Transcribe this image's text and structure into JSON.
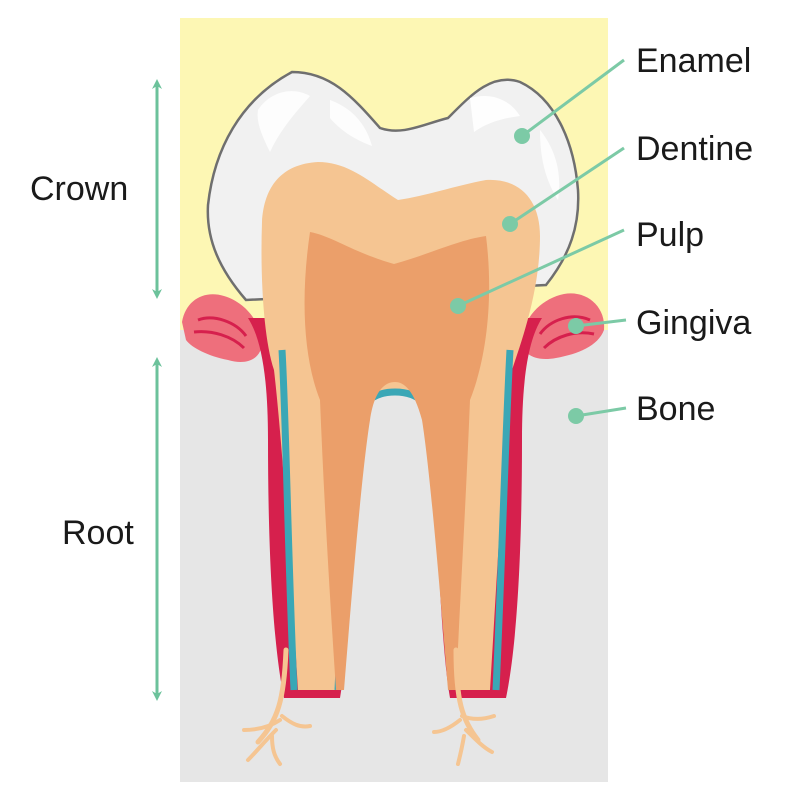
{
  "labels": {
    "enamel": "Enamel",
    "dentine": "Dentine",
    "pulp": "Pulp",
    "gingiva": "Gingiva",
    "bone": "Bone",
    "crown": "Crown",
    "root": "Root"
  },
  "colors": {
    "crown_background": "#fdf7b4",
    "bone_background": "#e6e6e6",
    "enamel": "#f1f1f1",
    "dentine": "#f5c592",
    "pulp": "#eb9f6a",
    "gum_dark": "#d6204d",
    "gum_light": "#ee6f7c",
    "cementum": "#3aa7b6",
    "callout": "#7ccaa6"
  }
}
